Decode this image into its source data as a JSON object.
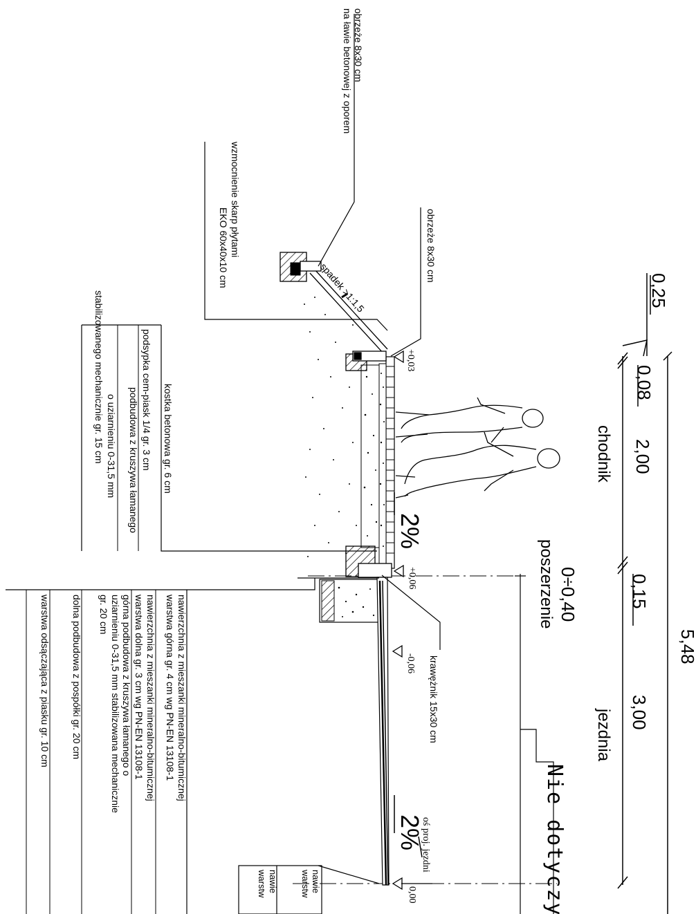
{
  "dimensions": {
    "total": "5,48",
    "d1": "0,25",
    "d2": "0,08",
    "d3": "2,00",
    "d4": "0,15",
    "d5": "3,00"
  },
  "zones": {
    "chodnik": "chodnik",
    "poszerzenie_range": "0÷0,40",
    "poszerzenie": "poszerzenie",
    "jezdnia": "jezdnia",
    "not_applicable": "Nie dotyczy op"
  },
  "elevations": {
    "e1": "+0,03",
    "e2": "+0,06",
    "e3": "-0,06",
    "e4": "0,00"
  },
  "slopes": {
    "sidewalk": "2%",
    "road": "2%",
    "embankment": "spadek >1:1,5"
  },
  "labels": {
    "curb_top_1": "obrzeże 8x30 cm",
    "curb_top_2": "na ławie betonowej z oporem",
    "edge": "obrzeże 8x30 cm",
    "eco_1": "wzmocnienie skarp płytami",
    "eco_2": "EKO 60x40x10 cm",
    "kerb": "krawężnik 15x30 cm",
    "axis": "oś proj. jezdni"
  },
  "sidewalk_layers": [
    [
      "kostka betonowa gr. 6 cm"
    ],
    [
      "podsypka cem-piask  1/4 gr. 3 cm"
    ],
    [
      "podbudowa z kruszywa łamanego",
      "o uziarnieniu 0-31,5 mm",
      "stabilizowanego mechanicznie gr. 15 cm"
    ]
  ],
  "road_layers": [
    [
      "nawierzchnia z mieszanki mineralno-bitumicznej",
      "warstwa górna gr. 4 cm wg PN-EN 13108-1"
    ],
    [
      "nawierzchnia z mieszanki mineralno-bitumicznej",
      "warstwa dolna gr. 3 cm wg PN-EN 13108-1"
    ],
    [
      "górna podbudowa z kruszywa łamanego o",
      "uziarnieniu 0-31,5 mm stabilizowana mechanicznie",
      "gr. 20 cm"
    ],
    [
      "dolna podbudowa z pospółki gr. 20 cm"
    ],
    [
      "warstwa odsączająca z piasku gr. 10 cm"
    ]
  ],
  "cut_labels": [
    "nawie",
    "warstw",
    "nawie",
    "warstw"
  ]
}
